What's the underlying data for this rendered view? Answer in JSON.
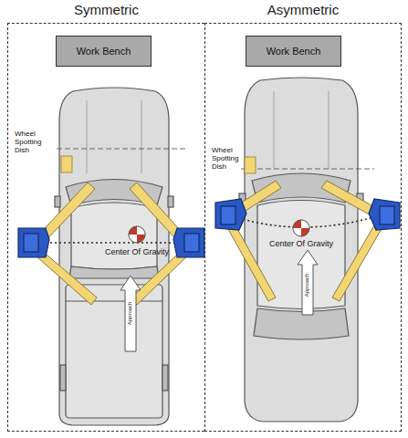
{
  "diagram": {
    "nodes": [
      {
        "text": [
          "Symmetric"
        ]
      },
      {
        "text": [
          "Work Bench"
        ],
        "in": 0
      },
      {
        "text": [
          "Asymmetric"
        ]
      },
      {
        "text": [
          "Work Bench"
        ],
        "in": 2
      }
    ],
    "labels": [
      "Wheel Spotting Dish",
      "Center Of Gravity",
      "Approach",
      "Wheel Spotting Dish",
      "Center Of Gravity",
      "Approach"
    ]
  }
}
